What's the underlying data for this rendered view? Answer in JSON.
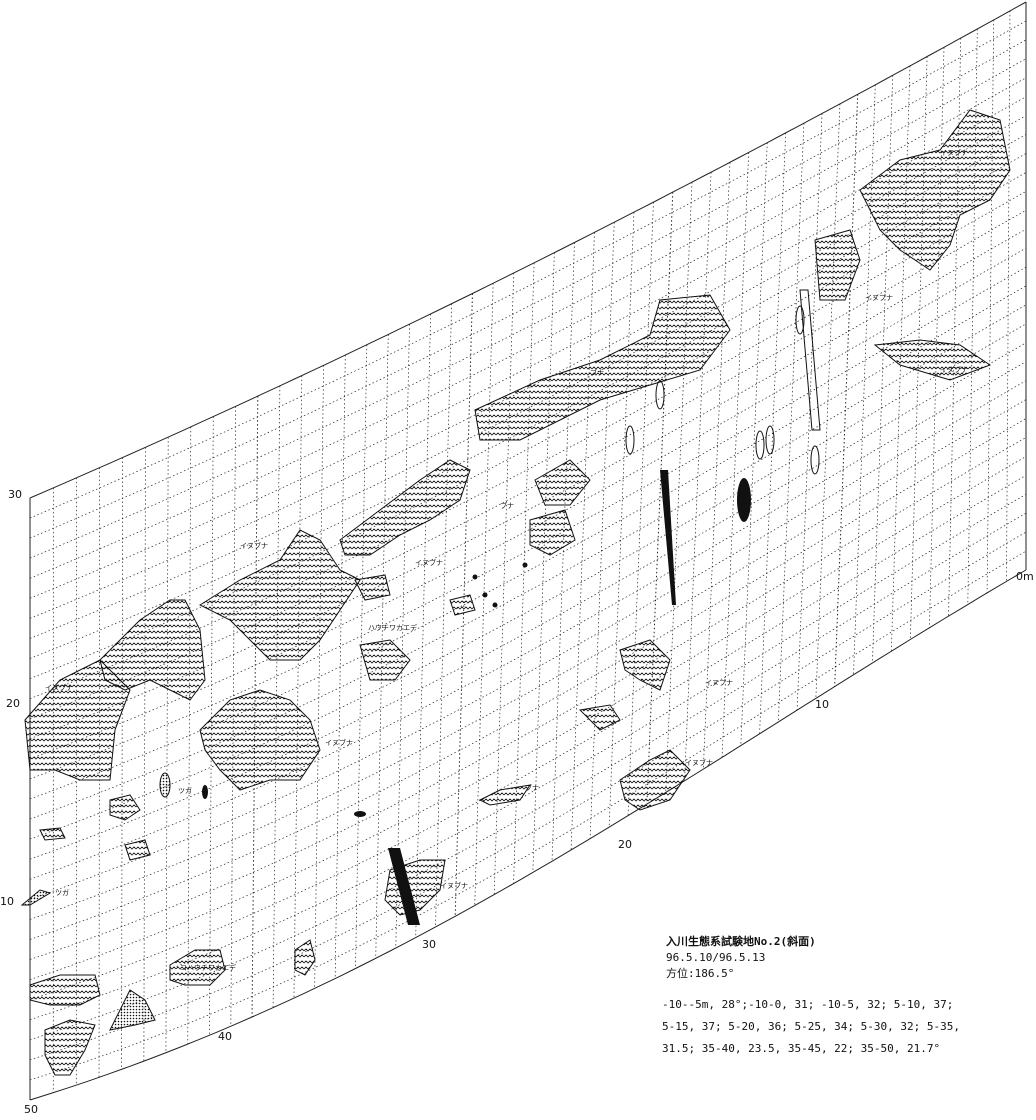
{
  "info": {
    "title": "入川生態系試験地No.2(斜面)",
    "dates": "96.5.10/96.5.13",
    "bearing": "方位:186.5°",
    "slope_lines": [
      "-10--5m, 28°;-10-0, 31; -10-5, 32; 5-10, 37;",
      "5-15, 37; 5-20, 36; 5-25, 34; 5-30, 32; 5-35,",
      "31.5; 35-40, 23.5, 35-45, 22; 35-50, 21.7°"
    ]
  },
  "axes": {
    "left_ticks": [
      "30",
      "20",
      "10"
    ],
    "left_bottom": "50",
    "bottom_ticks": [
      "40",
      "30",
      "20",
      "10"
    ],
    "right_end": "0m"
  },
  "species_labels": [
    "イヌブナ",
    "イヌブナ",
    "イヌブナ",
    "イヌブナ",
    "イヌブナ",
    "イヌブナ",
    "イヌブナ",
    "イヌブナ",
    "イヌブナ",
    "イヌブナ",
    "ブナ",
    "ブナ",
    "ブナ",
    "ハウチワカエデ",
    "コハウチワカエデ",
    "ツガ",
    "ツガ"
  ]
}
